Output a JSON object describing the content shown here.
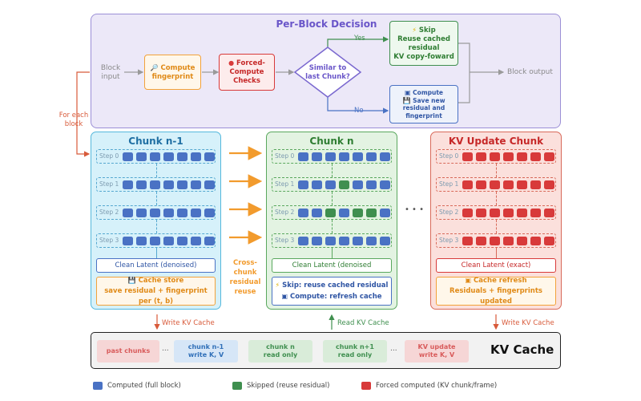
{
  "decision": {
    "title": "Per-Block Decision",
    "block_input": [
      "Block",
      "input"
    ],
    "compute_fingerprint": [
      "Compute",
      "fingerprint"
    ],
    "forced_checks": [
      "Forced-",
      "Compute",
      "Checks"
    ],
    "similar": [
      "Similar to",
      "last Chunk?"
    ],
    "yes": "Yes",
    "no": "No",
    "skip": [
      "Skip",
      "Reuse cached",
      "residual",
      "KV copy-foward"
    ],
    "compute_save": [
      "Compute",
      "Save new",
      "residual and",
      "fingerprint"
    ],
    "block_output": "Block output",
    "for_each_block": [
      "For each",
      "block"
    ]
  },
  "chunks": {
    "prev": {
      "title": "Chunk n-1",
      "steps": [
        "Step 0",
        "Step 1",
        "Step 2",
        "Step 3"
      ],
      "latent": "Clean Latent (denoised)",
      "store": [
        "Cache store",
        "save residual + fingerprint per (t, b)"
      ]
    },
    "curr": {
      "title": "Chunk n",
      "steps": [
        "Step 0",
        "Step 1",
        "Step 2",
        "Step 3"
      ],
      "latent": "Clean Latent (denoised",
      "store": [
        "Skip: reuse cached residual",
        "Compute: refresh cache"
      ]
    },
    "kvupd": {
      "title": "KV Update Chunk",
      "steps": [
        "Step 0",
        "Step 1",
        "Step 2",
        "Step 3"
      ],
      "latent": "Clean Latent (exact)",
      "store": [
        "Cache refresh",
        "Residuals + fingerprints updated"
      ]
    },
    "cross": [
      "Cross-",
      "chunk",
      "residual",
      "reuse"
    ],
    "ellipsis": "• • •"
  },
  "kv": {
    "write_left": "Write KV Cache",
    "read_mid": "Read KV Cache",
    "write_right": "Write KV Cache",
    "title": "KV Cache",
    "items": [
      [
        "past chunks"
      ],
      [
        "chunk n-1",
        "write K, V"
      ],
      [
        "chunk n",
        "read only"
      ],
      [
        "chunk n+1",
        "read only"
      ],
      [
        "KV update",
        "write K, V"
      ]
    ],
    "dots": "..."
  },
  "legend": {
    "computed": "Computed (full block)",
    "skipped": "Skipped (reuse residual)",
    "forced": "Forced computed (KV chunk/frame)"
  },
  "colors": {
    "blue": "#4a72c4",
    "green": "#3f8f4f",
    "red": "#d83a3a",
    "orange": "#f29b2d",
    "purple": "#7a68cf"
  },
  "patterns": {
    "prev": [
      "BBBBBBB",
      "BBBBBBB",
      "BBBBBBB",
      "BBBBBBB"
    ],
    "curr": [
      "BBBBBBB",
      "BBBGBBB",
      "BBGBGGB",
      "BBBBBBB"
    ],
    "kvupd": [
      "RRRRRRR",
      "RRRRRRR",
      "RRRRRRR",
      "RRRRRRR"
    ]
  }
}
